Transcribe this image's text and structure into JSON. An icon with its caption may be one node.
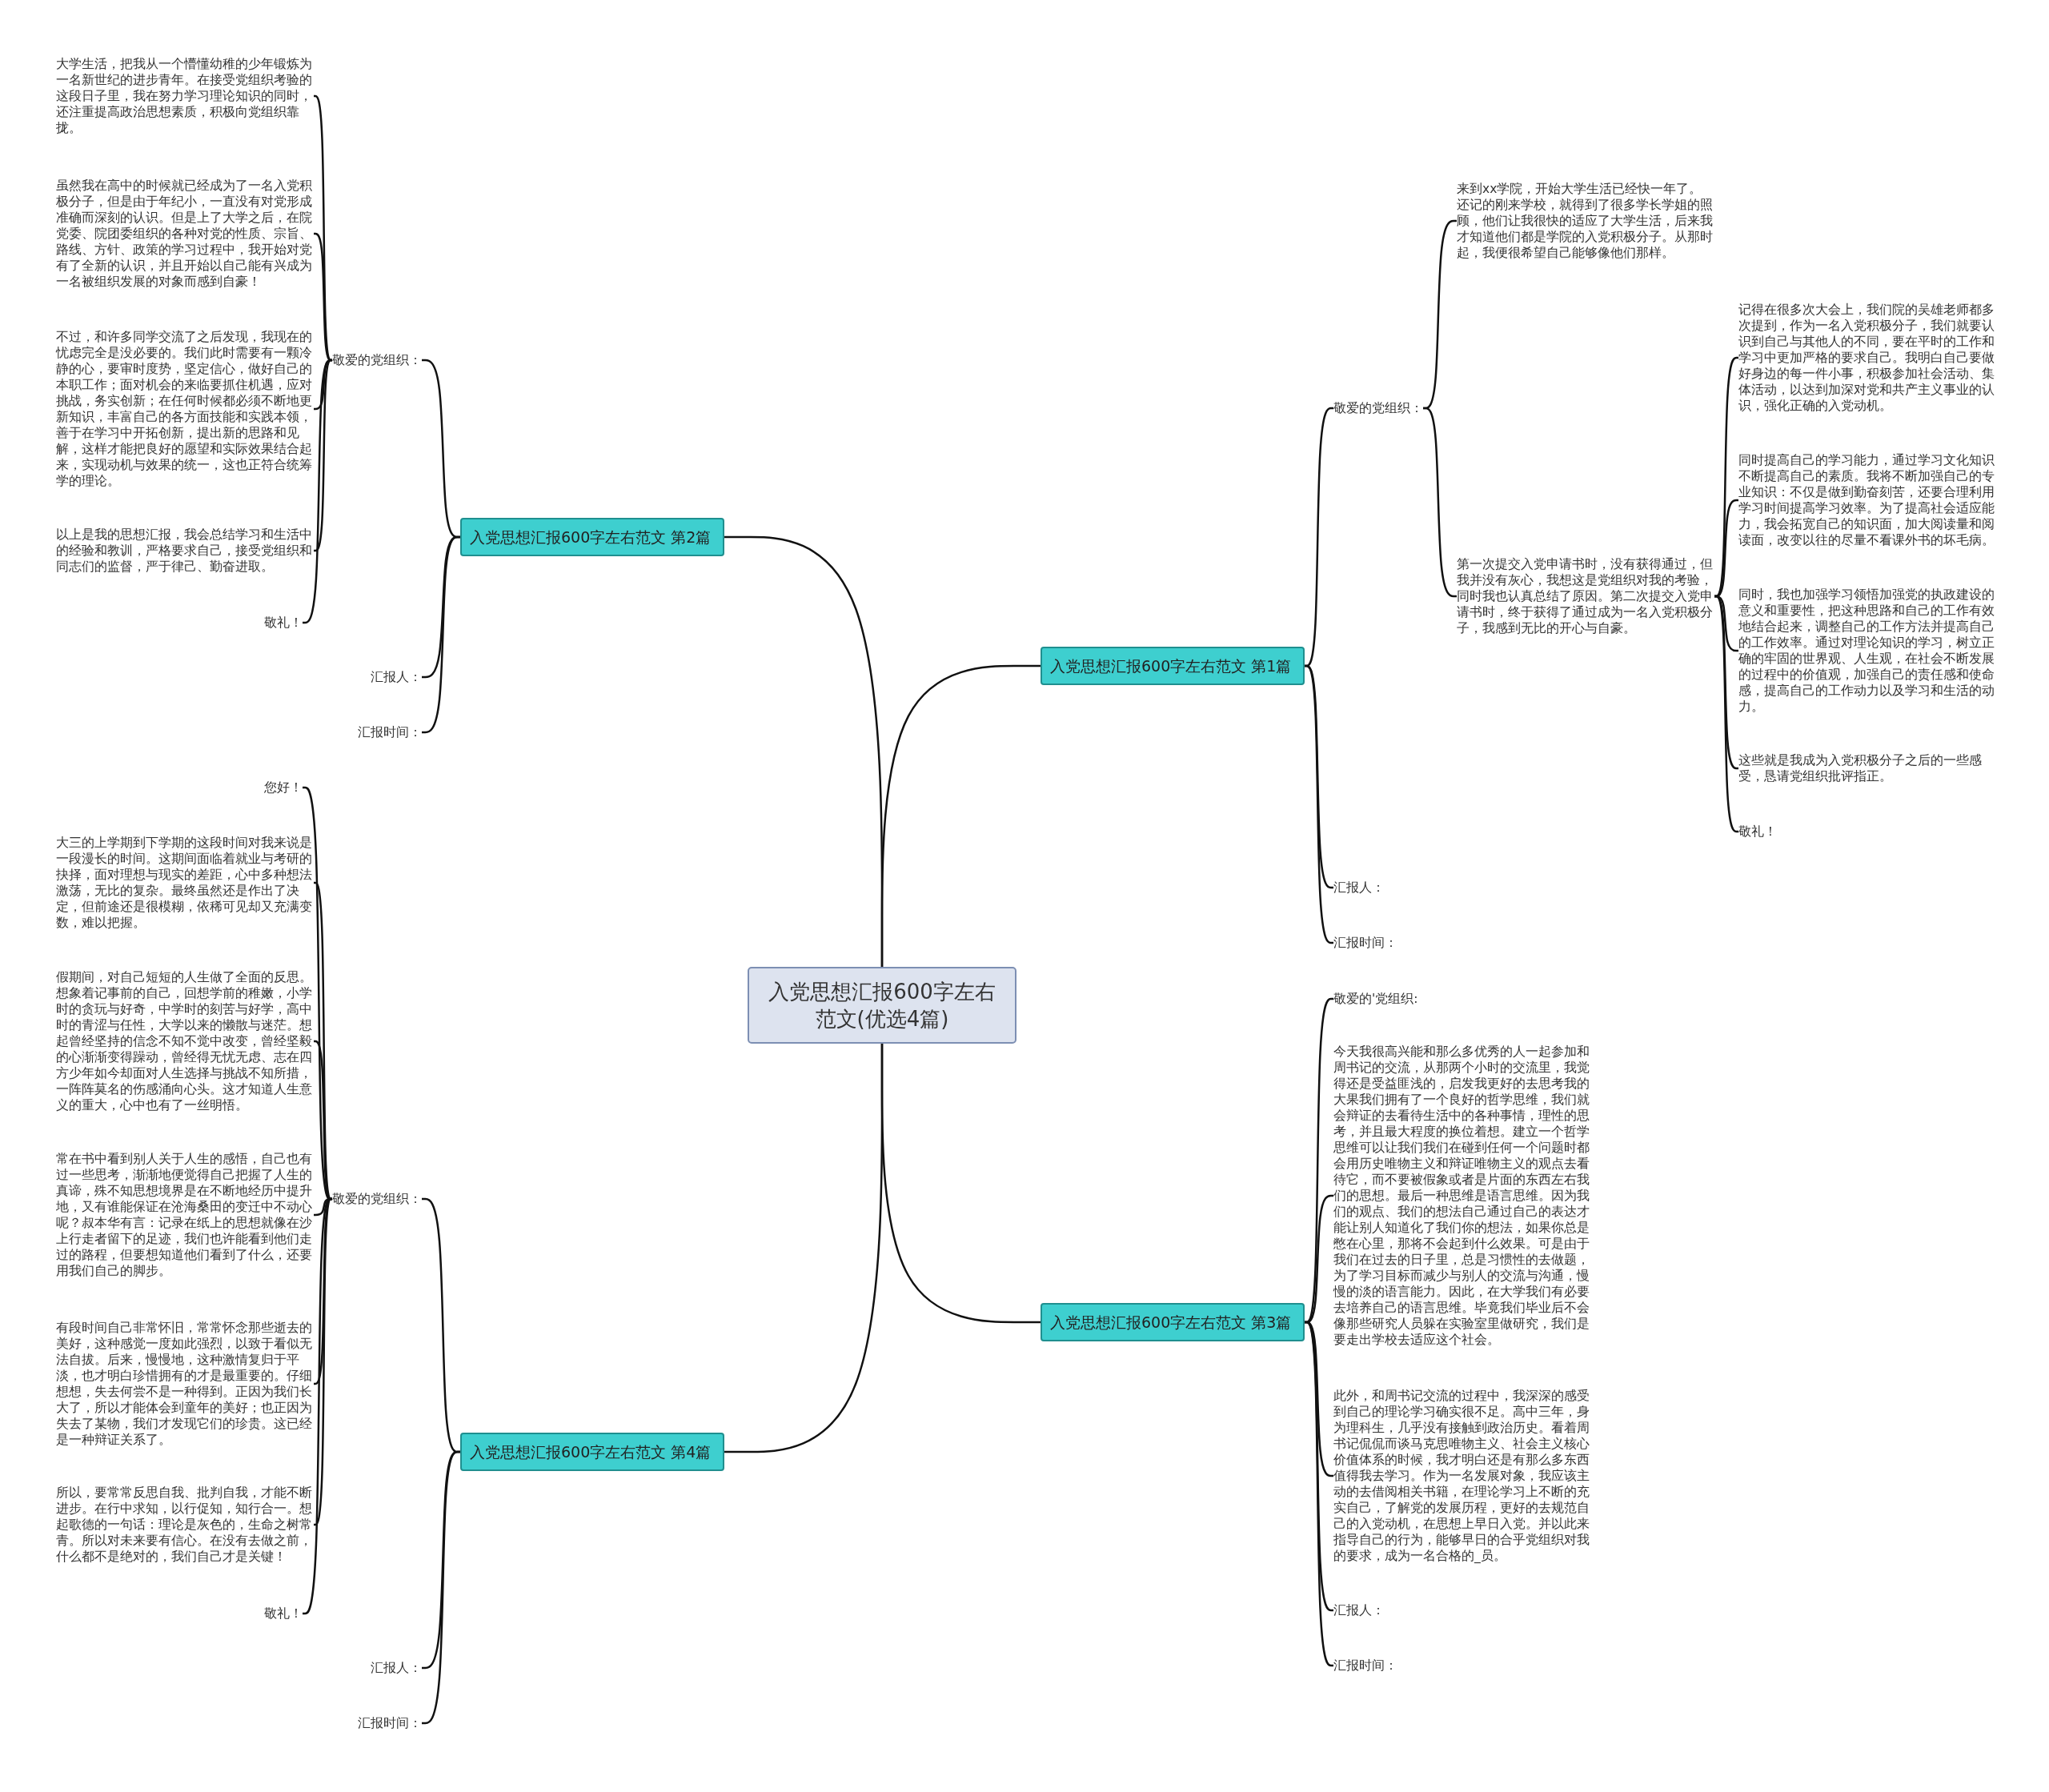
{
  "diagram": {
    "nodes": [
      {
        "text": [
          "入党思想汇报600字左右范文(优选4篇)"
        ]
      },
      {
        "text": [
          "入党思想汇报600字左右范文 第1篇"
        ]
      },
      {
        "text": [
          "敬爱的党组织："
        ]
      },
      {
        "text": [
          "来到xx学院，开始大学生活已经快一年了。还记的刚来学校，就得到了很多学长学姐的照顾，他们让我很快的适应了大学生活，后来我才知道他们都是学院的入党积极分子。从那时起，我便很希望自己能够像他们那样。"
        ]
      },
      {
        "text": [
          "第一次提交入党申请书时，没有获得通过，但我并没有灰心，我想这是党组织对我的考验，同时我也认真总结了原因。第二次提交入党申请书时，终于获得了通过成为一名入党积极分子，我感到无比的开心与自豪。"
        ]
      },
      {
        "text": [
          "记得在很多次大会上，我们院的吴雄老师都多次提到，作为一名入党积极分子，我们就要认识到自己与其他人的不同，要在平时的工作和学习中更加严格的要求自己。我明白自己要做好身边的每一件小事，积极参加社会活动、集体活动，以达到加深对党和共产主义事业的认识，强化正确的入党动机。"
        ]
      },
      {
        "text": [
          "同时提高自己的学习能力，通过学习文化知识不断提高自己的素质。我将不断加强自己的专业知识：不仅是做到勤奋刻苦，还要合理利用学习时间提高学习效率。为了提高社会适应能力，我会拓宽自己的知识面，加大阅读量和阅读面，改变以往的尽量不看课外书的坏毛病。"
        ]
      },
      {
        "text": [
          "同时，我也加强学习领悟加强党的执政建设的意义和重要性，把这种思路和自己的工作有效地结合起来，调整自己的工作方法并提高自己的工作效率。通过对理论知识的学习，树立正确的牢固的世界观、人生观，在社会不断发展的过程中的价值观，加强自己的责任感和使命感，提高自己的工作动力以及学习和生活的动力。"
        ]
      },
      {
        "text": [
          "这些就是我成为入党积极分子之后的一些感受，恳请党组织批评指正。"
        ]
      },
      {
        "text": [
          "敬礼！"
        ]
      },
      {
        "text": [
          "汇报人："
        ]
      },
      {
        "text": [
          "汇报时间："
        ]
      },
      {
        "text": [
          "入党思想汇报600字左右范文 第2篇"
        ]
      },
      {
        "text": [
          "敬爱的党组织："
        ]
      },
      {
        "text": [
          "大学生活，把我从一个懵懂幼稚的少年锻炼为一名新世纪的进步青年。在接受党组织考验的这段日子里，我在努力学习理论知识的同时，还注重提高政治思想素质，积极向党组织靠拢。"
        ]
      },
      {
        "text": [
          "虽然我在高中的时候就已经成为了一名入党积极分子，但是由于年纪小，一直没有对党形成准确而深刻的认识。但是上了大学之后，在院党委、院团委组织的各种对党的性质、宗旨、路线、方针、政策的学习过程中，我开始对党有了全新的认识，并且开始以自己能有兴成为一名被组织发展的对象而感到自豪！"
        ]
      },
      {
        "text": [
          "不过，和许多同学交流了之后发现，我现在的忧虑完全是没必要的。我们此时需要有一颗冷静的心，要审时度势，坚定信心，做好自己的本职工作；面对机会的来临要抓住机遇，应对挑战，务实创新；在任何时候都必须不断地更新知识，丰富自己的各方面技能和实践本领，善于在学习中开拓创新，提出新的思路和见解，这样才能把良好的愿望和实际效果结合起来，实现动机与效果的统一，这也正符合统筹学的理论。"
        ]
      },
      {
        "text": [
          "以上是我的思想汇报，我会总结学习和生活中的经验和教训，严格要求自己，接受党组织和同志们的监督，严于律己、勤奋进取。"
        ]
      },
      {
        "text": [
          "敬礼！"
        ]
      },
      {
        "text": [
          "汇报人："
        ]
      },
      {
        "text": [
          "汇报时间："
        ]
      },
      {
        "text": [
          "入党思想汇报600字左右范文 第3篇"
        ]
      },
      {
        "text": [
          "敬爱的'党组织:"
        ]
      },
      {
        "text": [
          "今天我很高兴能和那么多优秀的人一起参加和周书记的交流，从那两个小时的交流里，我觉得还是受益匪浅的，启发我更好的去思考我的大果我们拥有了一个良好的哲学思维，我们就会辩证的去看待生活中的各种事情，理性的思考，并且最大程度的换位着想。建立一个哲学思维可以让我们我们在碰到任何一个问题时都会用历史唯物主义和辩证唯物主义的观点去看待它，而不要被假象或者是片面的东西左右我们的思想。最后一种思维是语言思维。因为我们的观点、我们的想法自己通过自己的表达才能让别人知道化了我们你的想法，如果你总是憋在心里，那将不会起到什么效果。可是由于我们在过去的日子里，总是习惯性的去做题，为了学习目标而减少与别人的交流与沟通，慢慢的淡的语言能力。因此，在大学我们有必要去培养自己的语言思维。毕竟我们毕业后不会像那些研究人员躲在实验室里做研究，我们是要走出学校去适应这个社会。"
        ]
      },
      {
        "text": [
          "此外，和周书记交流的过程中，我深深的感受到自己的理论学习确实很不足。高中三年，身为理科生，几乎没有接触到政治历史。看着周书记侃侃而谈马克思唯物主义、社会主义核心价值体系的时候，我才明白还是有那么多东西值得我去学习。作为一名发展对象，我应该主动的去借阅相关书籍，在理论学习上不断的充实自己，了解党的发展历程，更好的去规范自己的入党动机，在思想上早日入党。并以此来指导自己的行为，能够早日的合乎党组织对我的要求，成为一名合格的_员。"
        ]
      },
      {
        "text": [
          "汇报人："
        ]
      },
      {
        "text": [
          "汇报时间："
        ]
      },
      {
        "text": [
          "入党思想汇报600字左右范文 第4篇"
        ]
      },
      {
        "text": [
          "敬爱的党组织："
        ]
      },
      {
        "text": [
          "您好！"
        ]
      },
      {
        "text": [
          "大三的上学期到下学期的这段时间对我来说是一段漫长的时间。这期间面临着就业与考研的抉择，面对理想与现实的差距，心中多种想法激荡，无比的复杂。最终虽然还是作出了决定，但前途还是很模糊，依稀可见却又充满变数，难以把握。"
        ]
      },
      {
        "text": [
          "假期间，对自己短短的人生做了全面的反思。想象着记事前的自己，回想学前的稚嫩，小学时的贪玩与好奇，中学时的刻苦与好学，高中时的青涩与任性，大学以来的懒散与迷茫。想起曾经坚持的信念不知不觉中改变，曾经坚毅的心渐渐变得躁动，曾经得无忧无虑、志在四方少年如今却面对人生选择与挑战不知所措，一阵阵莫名的伤感涌向心头。这才知道人生意义的重大，心中也有了一丝明悟。"
        ]
      },
      {
        "text": [
          "常在书中看到别人关于人生的感悟，自己也有过一些思考，渐渐地便觉得自己把握了人生的真谛，殊不知思想境界是在不断地经历中提升地，又有谁能保证在沧海桑田的变迁中不动心呢？叔本华有言：记录在纸上的思想就像在沙上行走者留下的足迹，我们也许能看到他们走过的路程，但要想知道他们看到了什么，还要用我们自己的脚步。"
        ]
      },
      {
        "text": [
          "有段时间自己非常怀旧，常常怀念那些逝去的美好，这种感觉一度如此强烈，以致于看似无法自拔。后来，慢慢地，这种激情复归于平淡，也才明白珍惜拥有的才是最重要的。仔细想想，失去何尝不是一种得到。正因为我们长大了，所以才能体会到童年的美好；也正因为失去了某物，我们才发现它们的珍贵。这已经是一种辩证关系了。"
        ]
      },
      {
        "text": [
          "所以，要常常反思自我、批判自我，才能不断进步。在行中求知，以行促知，知行合一。想起歌德的一句话：理论是灰色的，生命之树常青。所以对未来要有信心。在没有去做之前，什么都不是绝对的，我们自己才是关键！"
        ]
      },
      {
        "text": [
          "敬礼！"
        ]
      },
      {
        "text": [
          "汇报人："
        ]
      },
      {
        "text": [
          "汇报时间："
        ]
      }
    ],
    "edges": [
      {
        "from": 0,
        "to": 1,
        "arrow": "none"
      },
      {
        "from": 1,
        "to": 2,
        "arrow": "none"
      },
      {
        "from": 2,
        "to": 3,
        "arrow": "none"
      },
      {
        "from": 2,
        "to": 4,
        "arrow": "none"
      },
      {
        "from": 4,
        "to": 5,
        "arrow": "none"
      },
      {
        "from": 4,
        "to": 6,
        "arrow": "none"
      },
      {
        "from": 4,
        "to": 7,
        "arrow": "none"
      },
      {
        "from": 4,
        "to": 8,
        "arrow": "none"
      },
      {
        "from": 4,
        "to": 9,
        "arrow": "none"
      },
      {
        "from": 1,
        "to": 10,
        "arrow": "none"
      },
      {
        "from": 1,
        "to": 11,
        "arrow": "none"
      },
      {
        "from": 0,
        "to": 12,
        "arrow": "none"
      },
      {
        "from": 12,
        "to": 13,
        "arrow": "none"
      },
      {
        "from": 13,
        "to": 14,
        "arrow": "none"
      },
      {
        "from": 13,
        "to": 15,
        "arrow": "none"
      },
      {
        "from": 13,
        "to": 16,
        "arrow": "none"
      },
      {
        "from": 13,
        "to": 17,
        "arrow": "none"
      },
      {
        "from": 13,
        "to": 18,
        "arrow": "none"
      },
      {
        "from": 12,
        "to": 19,
        "arrow": "none"
      },
      {
        "from": 12,
        "to": 20,
        "arrow": "none"
      },
      {
        "from": 0,
        "to": 21,
        "arrow": "none"
      },
      {
        "from": 21,
        "to": 22,
        "arrow": "none"
      },
      {
        "from": 21,
        "to": 23,
        "arrow": "none"
      },
      {
        "from": 21,
        "to": 24,
        "arrow": "none"
      },
      {
        "from": 21,
        "to": 25,
        "arrow": "none"
      },
      {
        "from": 21,
        "to": 26,
        "arrow": "none"
      },
      {
        "from": 0,
        "to": 27,
        "arrow": "none"
      },
      {
        "from": 27,
        "to": 28,
        "arrow": "none"
      },
      {
        "from": 28,
        "to": 29,
        "arrow": "none"
      },
      {
        "from": 28,
        "to": 30,
        "arrow": "none"
      },
      {
        "from": 28,
        "to": 31,
        "arrow": "none"
      },
      {
        "from": 28,
        "to": 32,
        "arrow": "none"
      },
      {
        "from": 28,
        "to": 33,
        "arrow": "none"
      },
      {
        "from": 28,
        "to": 34,
        "arrow": "none"
      },
      {
        "from": 28,
        "to": 35,
        "arrow": "none"
      },
      {
        "from": 27,
        "to": 36,
        "arrow": "none"
      },
      {
        "from": 27,
        "to": 37,
        "arrow": "none"
      }
    ]
  }
}
